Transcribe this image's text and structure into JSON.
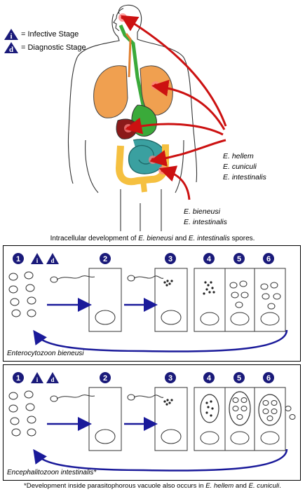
{
  "legend": {
    "infective": {
      "letter": "i",
      "label": "= Infective Stage"
    },
    "diagnostic": {
      "letter": "d",
      "label": "= Diagnostic Stage"
    }
  },
  "species_group_1": [
    "E. hellem",
    "E. cuniculi",
    "E. intestinalis"
  ],
  "species_group_2": [
    "E. bieneusi",
    "E. intestinalis"
  ],
  "caption": {
    "prefix": "Intracellular development of ",
    "sp1": "E. bieneusi",
    "mid": " and ",
    "sp2": "E. intestinalis",
    "suffix": " spores."
  },
  "panels": [
    {
      "label": "Enterocytozoon bieneusi",
      "steps": [
        "1",
        "2",
        "3",
        "4",
        "5",
        "6"
      ]
    },
    {
      "label": "Encephalitozoon intestinalis*",
      "steps": [
        "1",
        "2",
        "3",
        "4",
        "5",
        "6"
      ]
    }
  ],
  "footnote": {
    "prefix": "*Development inside parasitophorous vacuole also occurs in ",
    "sp1": "E. hellem",
    "mid": " and ",
    "sp2": "E. cuniculi",
    "suffix": "."
  },
  "colors": {
    "stage_badge": "#1a1a7a",
    "arrow_red": "#cc1111",
    "arrow_blue": "#1a1a9a",
    "lung": "#f0a050",
    "trachea_green": "#3aaa3a",
    "liver": "#8b1a1a",
    "small_intestine": "#3aa0a0",
    "colon": "#f5c040"
  }
}
